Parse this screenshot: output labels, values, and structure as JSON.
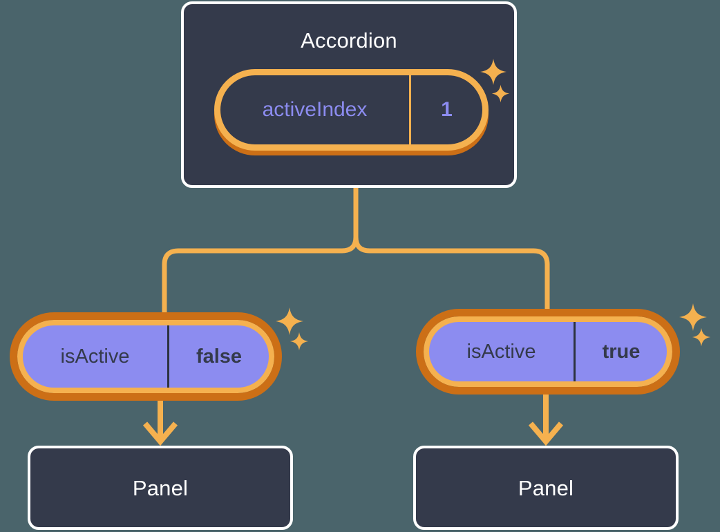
{
  "diagram": {
    "title": "Accordion component state propagation tree",
    "background_color": "#4a646b",
    "colors": {
      "box_fill": "#343a4b",
      "box_border": "#ffffff",
      "accent_amber": "#f5b14f",
      "accent_dark_orange": "#cc6f16",
      "state_purple": "#8c8cf0",
      "text_light": "#ffffff",
      "text_dark": "#343a4b"
    }
  },
  "accordion": {
    "label": "Accordion",
    "state": {
      "key": "activeIndex",
      "value": "1"
    },
    "sparkle_icons": [
      "sparkle-icon-large",
      "sparkle-icon-small"
    ]
  },
  "branches": [
    {
      "prop": {
        "key": "isActive",
        "value": "false"
      },
      "child": {
        "label": "Panel"
      },
      "sparkle_icons": [
        "sparkle-icon-large",
        "sparkle-icon-small"
      ],
      "arrow_icon": "arrow-down-icon"
    },
    {
      "prop": {
        "key": "isActive",
        "value": "true"
      },
      "child": {
        "label": "Panel"
      },
      "sparkle_icons": [
        "sparkle-icon-large",
        "sparkle-icon-small"
      ],
      "arrow_icon": "arrow-down-icon"
    }
  ]
}
